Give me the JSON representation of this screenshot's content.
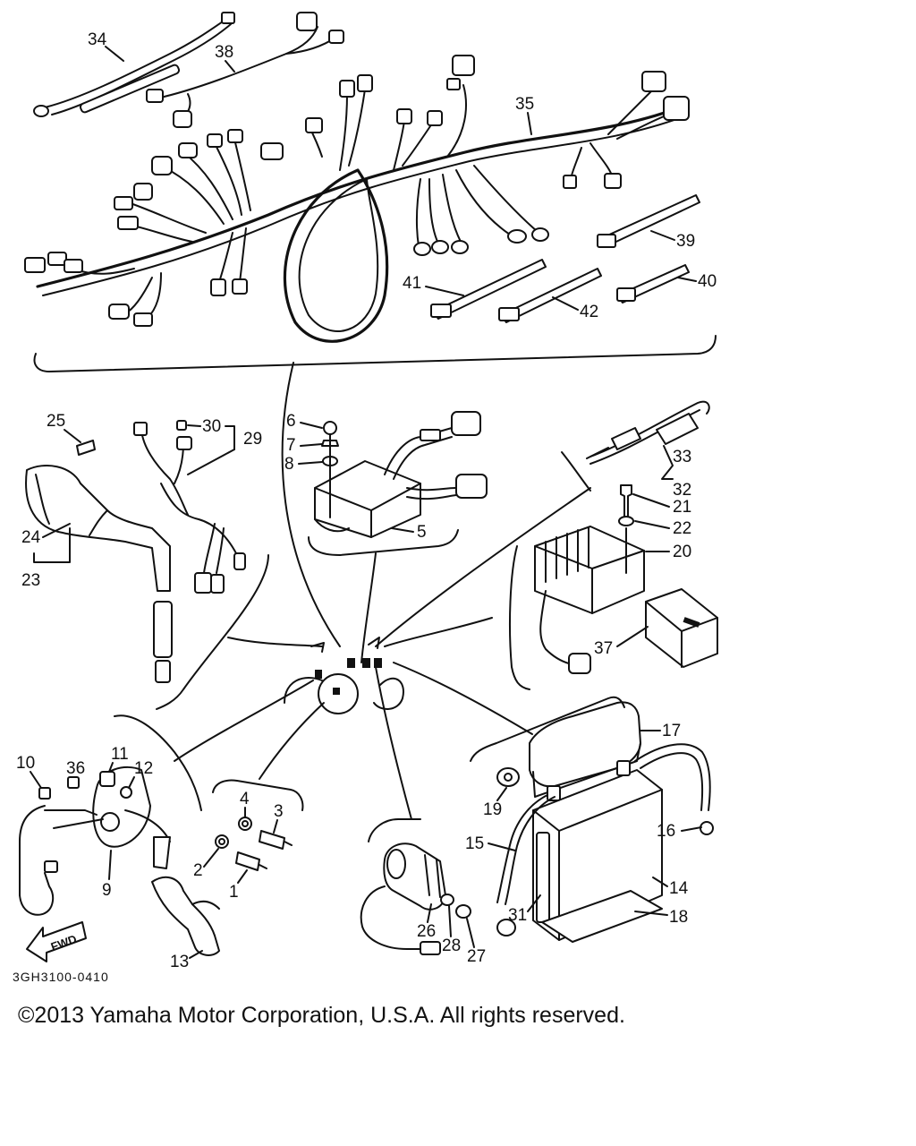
{
  "diagram": {
    "drawing_code": "3GH3100-0410",
    "direction_marker": "FWD",
    "copyright": "©2013 Yamaha Motor Corporation, U.S.A. All rights reserved.",
    "callouts": {
      "p1": "1",
      "p2": "2",
      "p3": "3",
      "p4": "4",
      "p5": "5",
      "p6": "6",
      "p7": "7",
      "p8": "8",
      "p9": "9",
      "p10": "10",
      "p11": "11",
      "p12": "12",
      "p13": "13",
      "p14": "14",
      "p15": "15",
      "p16": "16",
      "p17": "17",
      "p18": "18",
      "p19": "19",
      "p20": "20",
      "p21": "21",
      "p22": "22",
      "p23": "23",
      "p24": "24",
      "p25": "25",
      "p26": "26",
      "p27": "27",
      "p28": "28",
      "p29": "29",
      "p30": "30",
      "p31": "31",
      "p32": "32",
      "p33": "33",
      "p34": "34",
      "p35": "35",
      "p36": "36",
      "p37": "37",
      "p38": "38",
      "p39": "39",
      "p40": "40",
      "p41": "41",
      "p42": "42"
    }
  }
}
